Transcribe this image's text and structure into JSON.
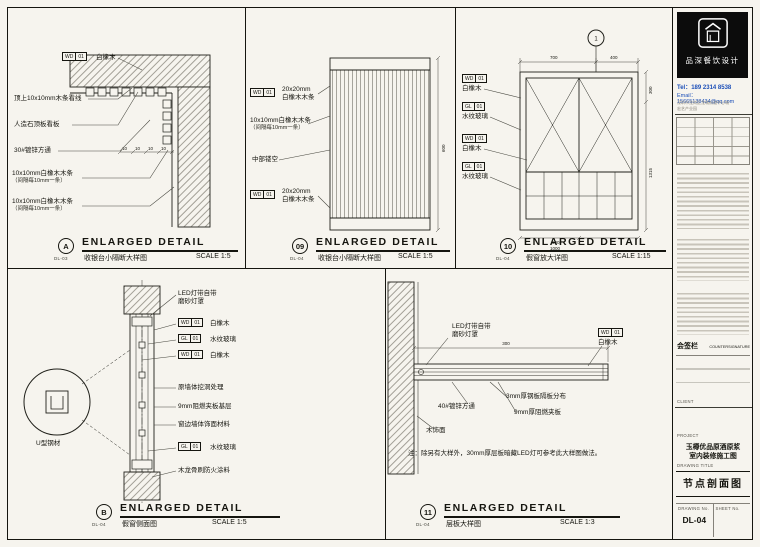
{
  "tags": {
    "wd": "WD",
    "gl": "GL",
    "n01": "01"
  },
  "panels": {
    "a": {
      "id": "A",
      "ref": "DL-03",
      "title": "ENLARGED DETAIL",
      "subtitle": "收银台小隔断大样图",
      "scale": "SCALE 1:5",
      "materials": {
        "oak": "白橡木",
        "top_strip": "顶上10x10mm木条看线",
        "stone": "人造石顶板看板",
        "tube": "30#镀锌方通",
        "strip_a1": "10x10mm白橡木木条",
        "strip_a2": "（间隔每10mm一条）",
        "strip_b1": "10x10mm白橡木木条",
        "strip_b2": "（间隔每10mm一条）"
      },
      "dims": {
        "d1": "10",
        "d2": "10",
        "d3": "10",
        "d4": "10"
      }
    },
    "p09": {
      "id": "09",
      "ref": "DL-04",
      "title": "ENLARGED DETAIL",
      "subtitle": "收银台小隔断大样图",
      "scale": "SCALE 1:5",
      "materials": {
        "t1a": "20x20mm",
        "t1b": "白橡木木条",
        "t2a": "10x10mm白橡木木条",
        "t2b": "（间隔每10mm一条）",
        "hollow": "中部镂空",
        "b1a": "20x20mm",
        "b1b": "白橡木木条"
      },
      "dims": {
        "h": "600"
      }
    },
    "p10": {
      "id": "10",
      "ref": "DL-04",
      "title": "ENLARGED DETAIL",
      "subtitle": "假窗放大详图",
      "scale": "SCALE 1:15",
      "bubble": "1",
      "materials": {
        "oak1": "白橡木",
        "glass1": "水纹玻璃",
        "oak2": "白橡木",
        "glass2": "水纹玻璃"
      },
      "dims": {
        "t1": "700",
        "t2": "400",
        "r1": "300",
        "r2": "1315",
        "b1": "600",
        "b2": "1000"
      }
    },
    "b": {
      "id": "B",
      "ref": "DL-04",
      "title": "ENLARGED DETAIL",
      "subtitle": "假窗侧面图",
      "scale": "SCALE 1:5",
      "materials": {
        "led1": "LED灯带自带",
        "led2": "磨砂灯罩",
        "oak1": "白橡木",
        "glass1": "水纹玻璃",
        "oak2": "白橡木",
        "wall_hole": "原墙体挖洞处理",
        "plywood": "9mm阻燃夹板基层",
        "finish": "窗边墙体饰面材料",
        "glass2": "水纹玻璃",
        "keel": "木龙骨刷防火涂料",
        "usteel": "U型钢材"
      }
    },
    "p11": {
      "id": "11",
      "ref": "DL-04",
      "title": "ENLARGED DETAIL",
      "subtitle": "层板大样图",
      "scale": "SCALE 1:3",
      "materials": {
        "led1": "LED灯带自带",
        "led2": "磨砂灯罩",
        "oak": "白橡木",
        "tube": "40#镀锌方通",
        "steel": "3mm厚钢板隔板分布",
        "plywood": "9mm厚阻燃夹板",
        "veneer": "木饰面",
        "note": "注：除另有大样外，30mm厚层板暗藏LED灯可参考此大样图做法。"
      },
      "dims": {
        "w": "300"
      }
    }
  },
  "titleblock": {
    "brand": "品深餐饮设计",
    "tel": "Tel：189 2314 8538",
    "email": "Email：15665138434@qq.com",
    "address1": "深圳市龙岗区龙城街道中心城",
    "address2": "宏艺产业园",
    "countersign_cn": "会签栏",
    "countersign_en": "COUNTERSIGNATURE",
    "client_label": "CLIENT",
    "project_label": "PROJECT",
    "project_name1": "玉樽优品原酒原浆",
    "project_name2": "室内装修施工图",
    "drawing_title_label": "DRAWING TITLE",
    "drawing_title": "节点剖面图",
    "drawing_no_label": "DRAWING No.",
    "drawing_no": "DL-04",
    "sheet_no_label": "SHEET No."
  }
}
